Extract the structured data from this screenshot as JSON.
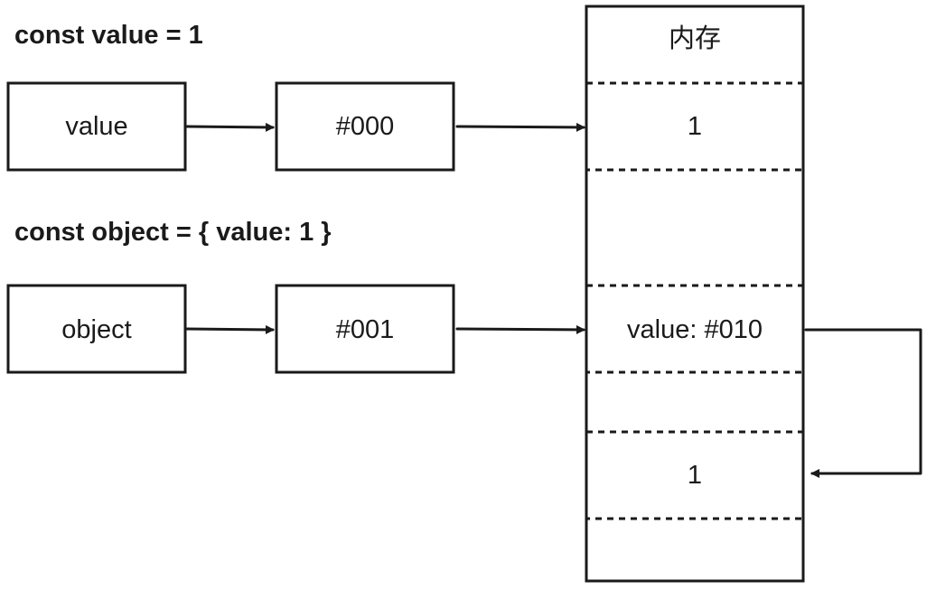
{
  "code_lines": {
    "primitive": "const value = 1",
    "object": "const object = { value: 1 }"
  },
  "variables": {
    "value": {
      "name": "value",
      "address": "#000"
    },
    "object": {
      "name": "object",
      "address": "#001"
    }
  },
  "memory": {
    "title": "内存",
    "cells": [
      {
        "text": "1"
      },
      {
        "text": "value: #010"
      },
      {
        "text": "1"
      }
    ]
  }
}
